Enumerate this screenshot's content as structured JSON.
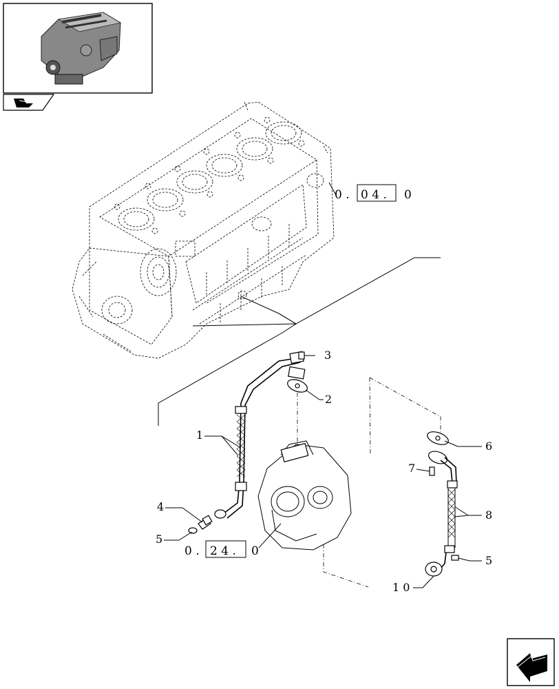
{
  "callouts": {
    "p1": "1",
    "p2": "2",
    "p3": "3",
    "p4": "4",
    "p5a": "5",
    "p5b": "5",
    "p6": "6",
    "p7": "7",
    "p8": "8",
    "p10": "1 0"
  },
  "refs": {
    "block_ref": {
      "prefix": "0 .",
      "box1": "0 4 .",
      "suffix": "0"
    },
    "turbo_ref": {
      "prefix": "0 .",
      "box1": "2 4 .",
      "suffix": "0"
    }
  },
  "icons": {
    "thumbnail": "engine-thumbnail-icon",
    "tab": "book-arrow-icon",
    "nav": "next-page-arrow-icon"
  }
}
